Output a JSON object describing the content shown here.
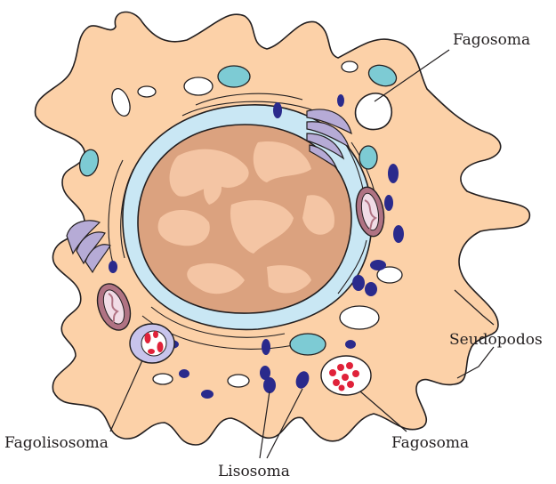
{
  "labels": {
    "fagosoma_top": "Fagosoma",
    "seudopodos": "Seudópodos",
    "fagolisosoma": "Fagolisosoma",
    "fagosoma_bottom": "Fagosoma",
    "lisosoma": "Lisosoma"
  },
  "colors": {
    "cytoplasm": "#fcd1a8",
    "nucleus": "#dba27f",
    "chromatin": "#f4c5a4",
    "envelope": "#c9e7f4",
    "mitochondria": "#b07383",
    "lysosome": "#2a2a8c",
    "golgi": "#b6abd6",
    "vesicle": "#7dcbd4",
    "red_particles": "#e0223a"
  }
}
